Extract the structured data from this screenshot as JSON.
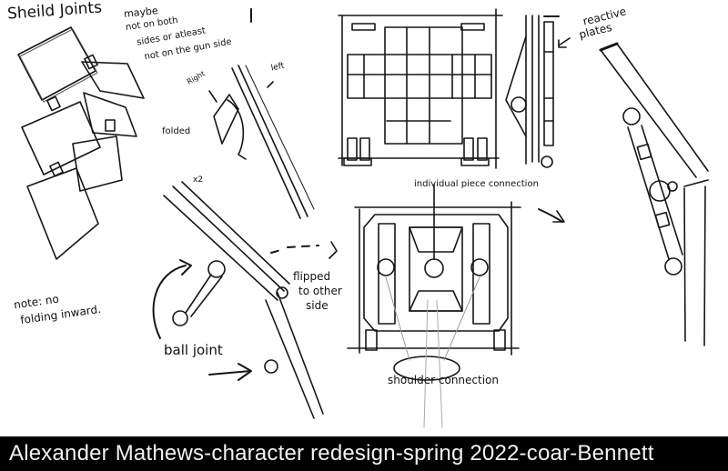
{
  "artwork": {
    "type": "sketch-sheet",
    "background_color": "#ffffff",
    "ink_color": "#111111",
    "annotations": {
      "title": "Sheild Joints",
      "maybe_note_line1": "maybe",
      "maybe_note_line2": "not on both",
      "maybe_note_line3": "sides or atleast",
      "maybe_note_line4": "not on the gun side",
      "right_label": "Right",
      "left_label": "left",
      "folded_label": "folded",
      "x2_label": "x2",
      "note_line1": "note: no",
      "note_line2": "folding inward.",
      "flipped_line1": "flipped",
      "flipped_line2": "to other",
      "flipped_line3": "side",
      "ball_joint_label": "ball joint",
      "reactive_line1": "reactive",
      "reactive_line2": "plates",
      "individual_piece_label": "individual piece connection",
      "shoulder_connection_label": "shoulder connection"
    }
  },
  "caption": {
    "text": "Alexander Mathews-character redesign-spring 2022-coar-Bennett",
    "background_color": "#000000",
    "text_color": "#f2f2f2"
  }
}
